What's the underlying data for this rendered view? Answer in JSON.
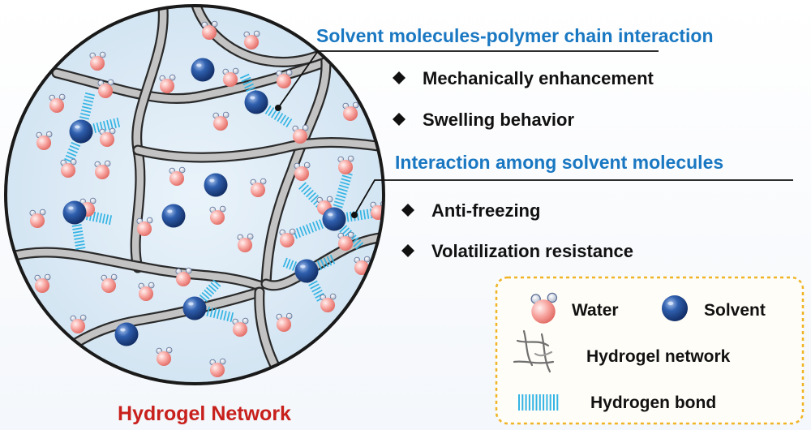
{
  "caption": "Hydrogel Network",
  "sections": [
    {
      "heading": "Solvent molecules-polymer chain interaction",
      "bullets": [
        "Mechanically enhancement",
        "Swelling behavior"
      ]
    },
    {
      "heading": "Interaction among solvent molecules",
      "bullets": [
        "Anti-freezing",
        "Volatilization resistance"
      ]
    }
  ],
  "legend": {
    "water": "Water",
    "solvent": "Solvent",
    "network": "Hydrogel network",
    "hbond": "Hydrogen bond"
  },
  "colors": {
    "heading": "#1a78c2",
    "caption": "#c8201c",
    "water": "#f28b86",
    "solvent": "#1f4f96",
    "hbond": "#34b4e4",
    "chain": "#b8b8b8",
    "legend_border": "#f0b424"
  }
}
